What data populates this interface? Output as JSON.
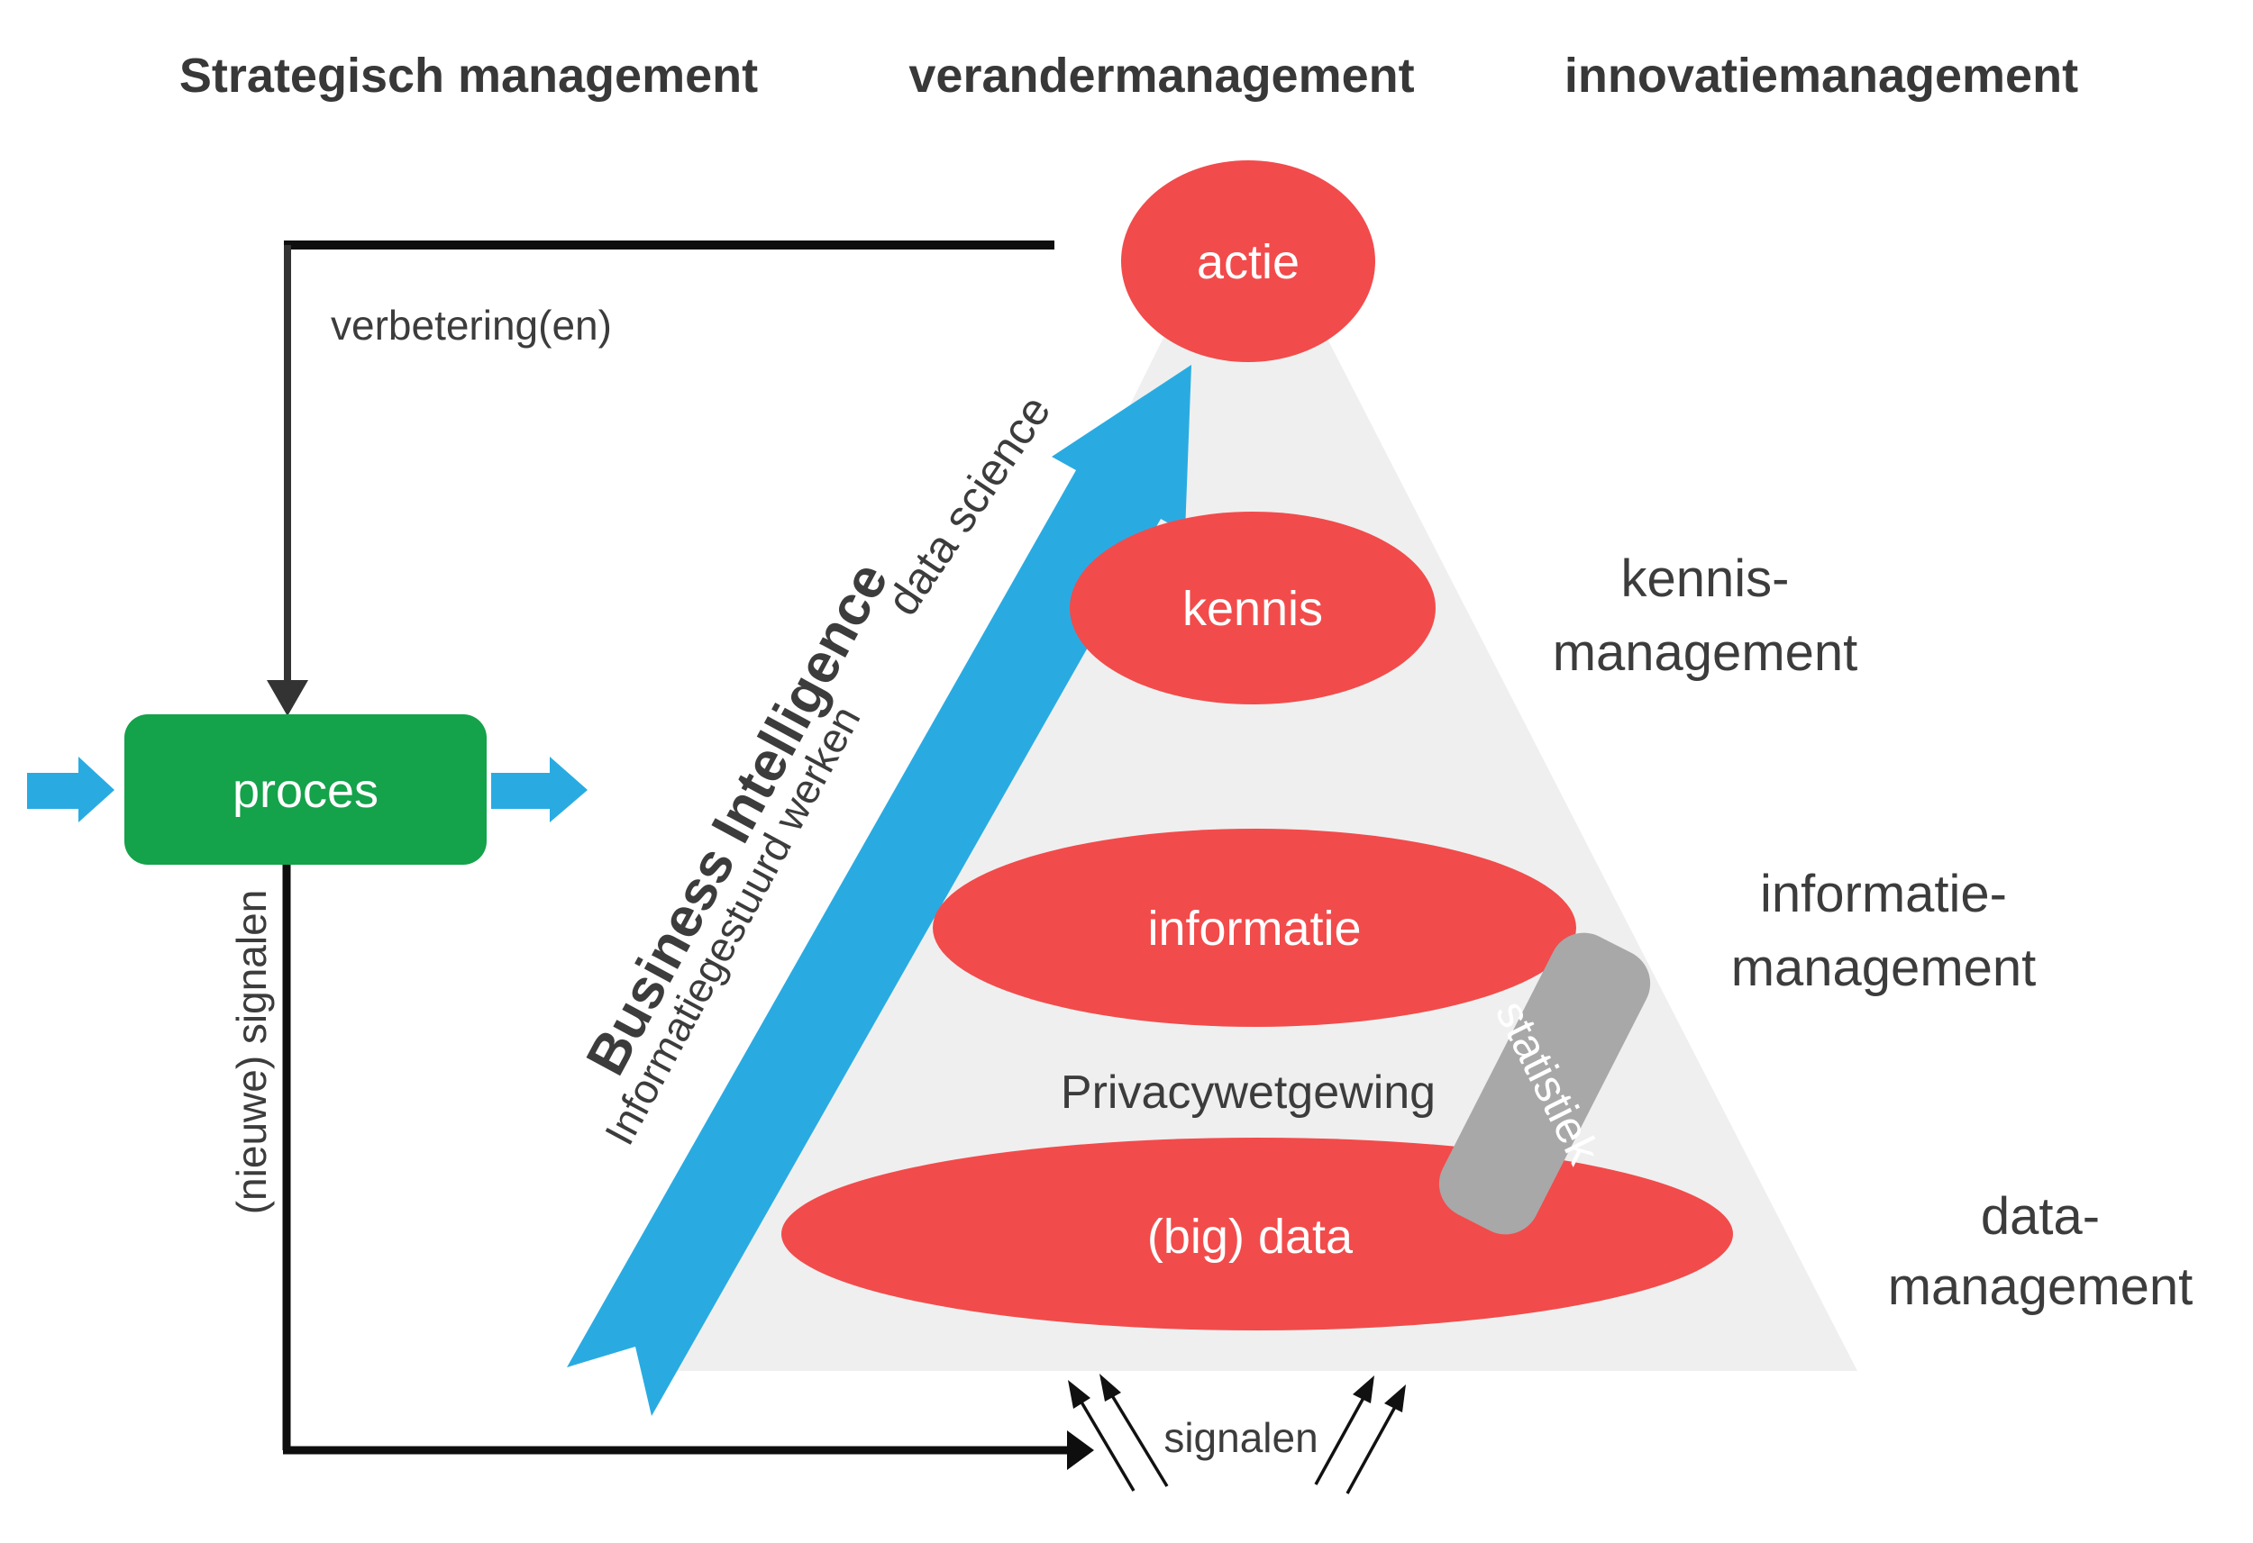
{
  "headers": {
    "strategic": "Strategisch management",
    "change": "verandermanagement",
    "innovation": "innovatiemanagement"
  },
  "process": {
    "label": "proces"
  },
  "feedback_loop": {
    "improvements": "verbetering(en)",
    "new_signals": "(nieuwe) signalen",
    "signals": "signalen"
  },
  "bi_arrow": {
    "main": "Business Intelligence",
    "secondary": "Informatiegestuurd werken",
    "tertiary": "data science"
  },
  "pyramid": {
    "levels": [
      {
        "label": "actie"
      },
      {
        "label": "kennis"
      },
      {
        "label": "informatie"
      },
      {
        "label": "(big) data"
      }
    ],
    "side_labels": [
      {
        "line1": "kennis-",
        "line2": "management"
      },
      {
        "line1": "informatie-",
        "line2": "management"
      },
      {
        "line1": "data-",
        "line2": "management"
      }
    ],
    "privacy_note": "Privacywetgewing",
    "statistics_tag": "statistiek"
  },
  "colors": {
    "level_red": "#f24b4b",
    "process_green": "#14a24a",
    "arrow_blue": "#29abe2",
    "pyramid_gray": "#efefef",
    "tag_gray": "#a8a8a8",
    "text_dark": "#3c3c3c",
    "line_black": "#0e0e0e"
  }
}
